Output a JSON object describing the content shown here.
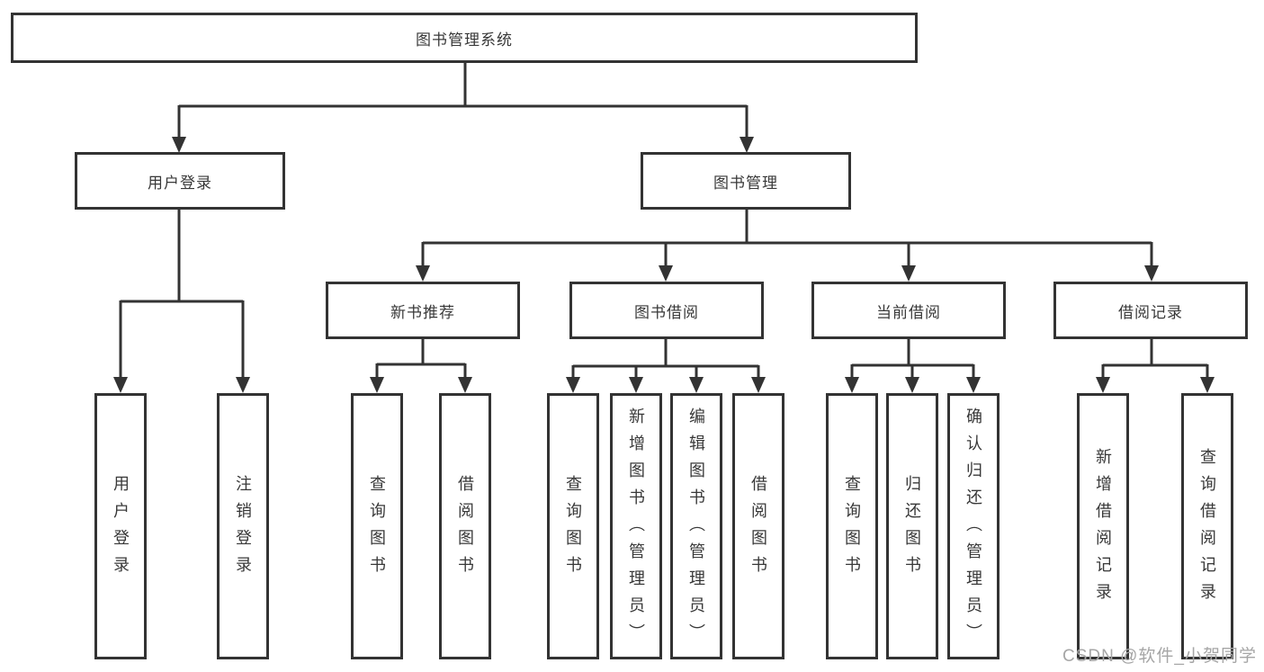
{
  "tree": {
    "label": "图书管理系统",
    "children": [
      {
        "label": "用户登录",
        "children": [
          {
            "label": "用户登录"
          },
          {
            "label": "注销登录"
          }
        ]
      },
      {
        "label": "图书管理",
        "children": [
          {
            "label": "新书推荐",
            "children": [
              {
                "label": "查询图书"
              },
              {
                "label": "借阅图书"
              }
            ]
          },
          {
            "label": "图书借阅",
            "children": [
              {
                "label": "查询图书"
              },
              {
                "label": "新增图书（管理员）"
              },
              {
                "label": "编辑图书（管理员）"
              },
              {
                "label": "借阅图书"
              }
            ]
          },
          {
            "label": "当前借阅",
            "children": [
              {
                "label": "查询图书"
              },
              {
                "label": "归还图书"
              },
              {
                "label": "确认归还（管理员）"
              }
            ]
          },
          {
            "label": "借阅记录",
            "children": [
              {
                "label": "新增借阅记录"
              },
              {
                "label": "查询借阅记录"
              }
            ]
          }
        ]
      }
    ]
  },
  "watermark": {
    "text": "CSDN @软件_小贺同学"
  },
  "colors": {
    "line": "#333333",
    "box_border": "#333333",
    "text": "#383838",
    "watermark": "#a6a6a6",
    "background": "#ffffff"
  }
}
